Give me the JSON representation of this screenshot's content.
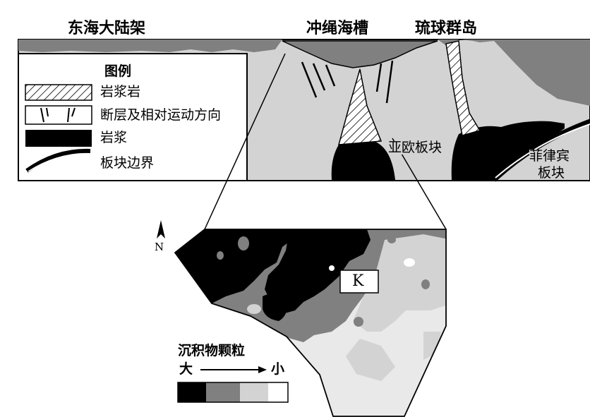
{
  "top_labels": {
    "shelf": "东海大陆架",
    "trough": "冲绳海槽",
    "islands": "琉球群岛"
  },
  "legend": {
    "title": "图例",
    "items": [
      {
        "label": "岩浆岩",
        "symbol": "hatch-icon"
      },
      {
        "label": "断层及相对运动方向",
        "symbol": "fault-arrows-icon"
      },
      {
        "label": "岩浆",
        "symbol": "black-fill-icon"
      },
      {
        "label": "板块边界",
        "symbol": "plate-boundary-icon"
      }
    ]
  },
  "plates": {
    "eurasian": "亚欧板块",
    "philippine_line1": "菲律宾",
    "philippine_line2": "板块"
  },
  "map": {
    "north": "N",
    "marker": "K"
  },
  "grain": {
    "title": "沉积物颗粒",
    "large": "大",
    "small": "小",
    "scale_colors": [
      "#000000",
      "#808080",
      "#d3d3d3",
      "#ffffff"
    ]
  },
  "colors": {
    "section_gray": "#d3d3d3",
    "sea_gray": "#bdbdbd",
    "mid_gray": "#808080",
    "black": "#000000"
  }
}
